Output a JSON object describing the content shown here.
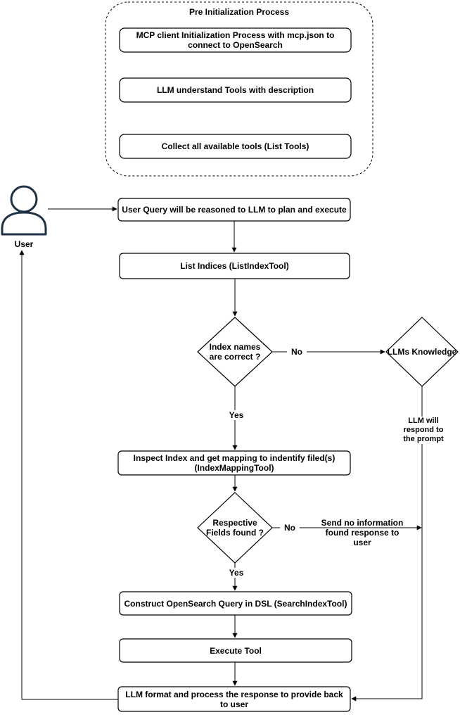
{
  "groups": {
    "pre_init": {
      "title": "Pre Initialization Process"
    }
  },
  "nodes": {
    "mcp_init": "MCP client Initialization Process with mcp.json to connect to OpenSearch",
    "llm_understand": "LLM understand Tools with description",
    "collect_tools": "Collect all available tools (List Tools)",
    "user": "User",
    "user_query": "User Query will be reasoned to LLM to plan and execute",
    "list_indices": "List Indices (ListIndexTool)",
    "index_correct": "Index names are correct ?",
    "llm_knowledge": "LLMs Knowledge",
    "inspect_index": "Inspect Index and get mapping to indentify filed(s) (IndexMappingTool)",
    "fields_found": "Respective Fields found ?",
    "construct_query": "Construct OpenSearch Query in DSL (SearchIndexTool)",
    "execute_tool": "Execute Tool",
    "format_response": "LLM format and process the response to provide back to user"
  },
  "edges": {
    "no_1": "No",
    "yes_1": "Yes",
    "no_2": "No",
    "yes_2": "Yes",
    "llm_respond": "LLM will respond to the prompt",
    "send_no_info": "Send no information found response to user"
  },
  "colors": {
    "stroke": "#000000",
    "user_icon_stroke": "#1f3147",
    "user_icon_fill": "#ffffff",
    "background": "#ffffff"
  }
}
